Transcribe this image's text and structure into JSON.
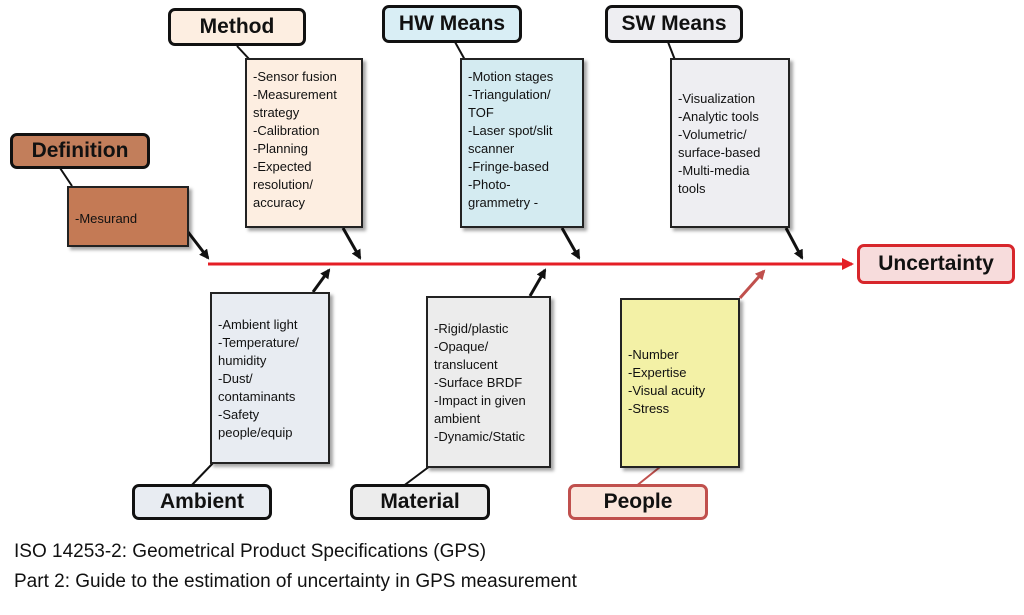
{
  "colors": {
    "spine": "#e41e25",
    "arrow": "#111111",
    "people_arrow": "#c0504d",
    "definition_fill": "#c47a55",
    "definition_label_fill": "#c27e5b",
    "method_fill": "#fdeee1",
    "hw_fill": "#d4ebf1",
    "hw_label_fill": "#d9eef5",
    "sw_fill": "#eeeef2",
    "ambient_fill": "#e8ecf2",
    "material_fill": "#ececec",
    "people_fill": "#f3f1a6",
    "people_label_fill": "#fbe6dc",
    "uncertainty_fill": "#f7dcdc",
    "uncertainty_border": "#d7262b"
  },
  "categories": {
    "method": {
      "label": "Method",
      "items": [
        "-Sensor fusion",
        "-Measurement",
        "strategy",
        "-Calibration",
        "-Planning",
        "-Expected",
        "resolution/",
        "accuracy"
      ]
    },
    "hw_means": {
      "label": "HW Means",
      "items": [
        "-Motion stages",
        "-Triangulation/",
        "TOF",
        "-Laser spot/slit",
        "scanner",
        "-Fringe-based",
        "-Photo-",
        "grammetry -"
      ]
    },
    "sw_means": {
      "label": "SW Means",
      "items": [
        "-Visualization",
        "-Analytic tools",
        "-Volumetric/",
        "surface-based",
        "-Multi-media",
        "tools"
      ]
    },
    "definition": {
      "label": "Definition",
      "items": [
        "-Mesurand"
      ]
    },
    "ambient": {
      "label": "Ambient",
      "items": [
        "-Ambient light",
        "-Temperature/",
        "humidity",
        "-Dust/",
        "contaminants",
        "-Safety",
        "people/equip"
      ]
    },
    "material": {
      "label": "Material",
      "items": [
        "-Rigid/plastic",
        "-Opaque/",
        "translucent",
        "-Surface BRDF",
        "-Impact in given",
        "ambient",
        "-Dynamic/Static"
      ]
    },
    "people": {
      "label": "People",
      "items": [
        "-Number",
        "-Expertise",
        "-Visual acuity",
        "-Stress"
      ]
    }
  },
  "effect": {
    "label": "Uncertainty"
  },
  "caption": {
    "line1": "ISO 14253-2: Geometrical Product Specifications (GPS)",
    "line2": "Part 2: Guide to the estimation of uncertainty in GPS measurement"
  }
}
